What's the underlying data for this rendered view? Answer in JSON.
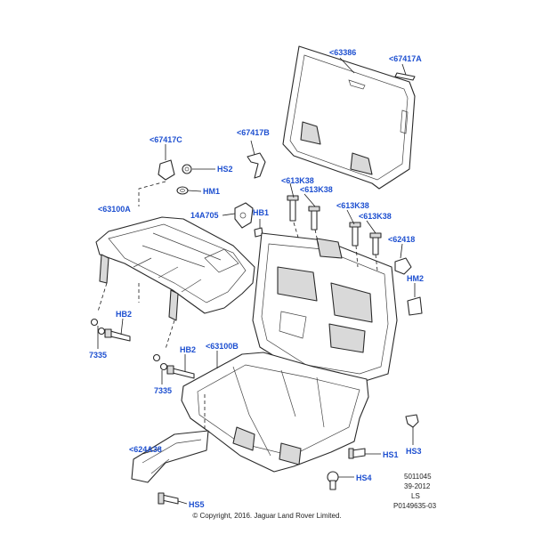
{
  "callouts": {
    "c63386": "<63386",
    "c67417a": "<67417A",
    "c67417b": "<67417B",
    "c67417c": "<67417C",
    "hs2": "HS2",
    "hm1": "HM1",
    "c63100a": "<63100A",
    "c14a705": "14A705",
    "hb1": "HB1",
    "c613k38_1": "<613K38",
    "c613k38_2": "<613K38",
    "c613k38_3": "<613K38",
    "c613k38_4": "<613K38",
    "c62418": "<62418",
    "hm2": "HM2",
    "hb2_left": "HB2",
    "c7335_left": "7335",
    "hb2_mid": "HB2",
    "c63100b": "<63100B",
    "c7335_mid": "7335",
    "hs3": "HS3",
    "c624a38": "<624A38",
    "hs1": "HS1",
    "hs4": "HS4",
    "hs5": "HS5"
  },
  "meta": {
    "ref_number": "5011045",
    "date": "39-2012",
    "code": "LS",
    "illustration_id": "P0149635-03",
    "copyright": "© Copyright, 2016. Jaguar Land Rover Limited."
  },
  "colors": {
    "callout": "#1d4fd0",
    "line": "#2a2a2a",
    "fill_gray": "#d9d9d9"
  }
}
